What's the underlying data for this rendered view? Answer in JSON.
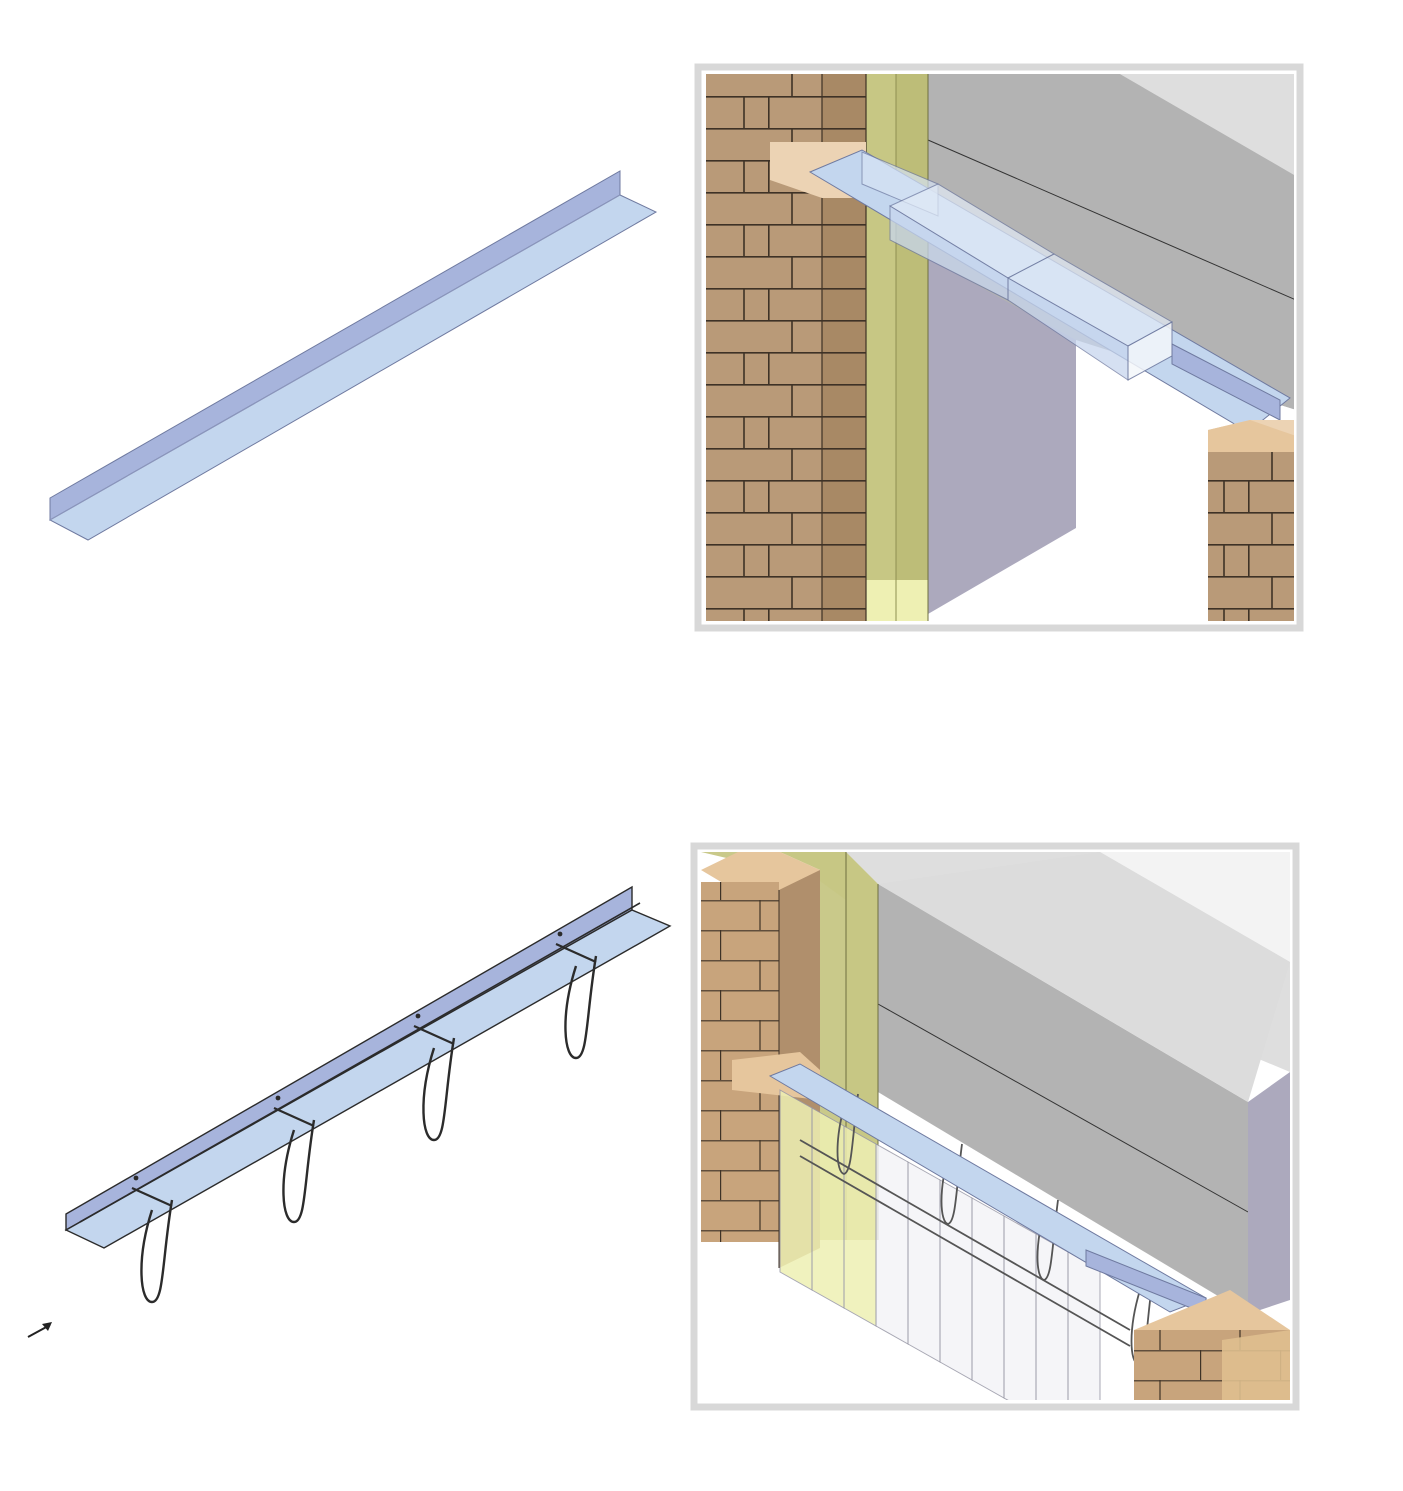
{
  "colors": {
    "background": "#ffffff",
    "steel_top": "#c3d6ee",
    "steel_face": "#a7b4dc",
    "steel_edge": "#6f7aa0",
    "brick": "#b99a78",
    "brick_light": "#dfbf8f",
    "mortar": "#3e3226",
    "insulation": "#c7c784",
    "insulation_light": "#eef0b3",
    "block_grey": "#b3b3b3",
    "block_light": "#dcdcdc",
    "inner_leaf": "#aca9bd",
    "frame": "#d8d8d8",
    "wire_tie": "#2b2b2b"
  },
  "figures": [
    {
      "id": "angle-lintel",
      "kind": "steel-angle-lintel"
    },
    {
      "id": "angle-lintel-installed",
      "kind": "cavity-wall-section"
    },
    {
      "id": "angle-lintel-with-ties",
      "kind": "steel-angle-lintel-with-hanger-ties"
    },
    {
      "id": "brick-soffit-lintel-installed",
      "kind": "cavity-wall-section"
    }
  ]
}
